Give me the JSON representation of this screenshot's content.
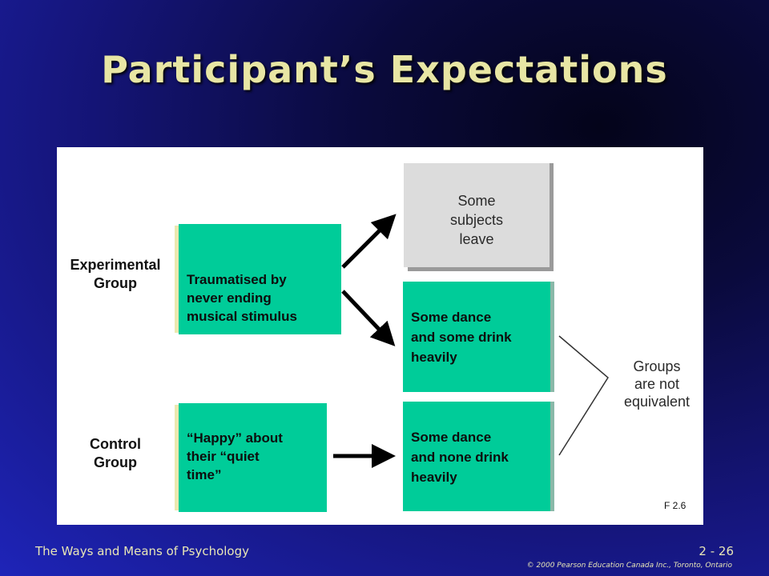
{
  "slide": {
    "title": "Participant’s Expectations"
  },
  "diagram": {
    "experimental_label": "Experimental\nGroup",
    "control_label": "Control\nGroup",
    "experimental_condition": "Traumatised by\nnever ending\nmusical stimulus",
    "control_condition": "“Happy” about\ntheir “quiet\ntime”",
    "outcome_leave": "Some\nsubjects\nleave",
    "outcome_drink": "Some dance\nand some drink\nheavily",
    "outcome_no_drink": "Some dance\nand none drink\nheavily",
    "groups_note": "Groups\nare not\nequivalent",
    "figure_ref": "F 2.6",
    "colors": {
      "condition_fill": "#00cc99",
      "outcome_gray": "#dcdcdc",
      "arrow": "#000000"
    }
  },
  "footer": {
    "chapter": "The Ways and Means of Psychology",
    "page": "2 - 26",
    "copyright": "© 2000 Pearson Education Canada Inc., Toronto, Ontario"
  }
}
